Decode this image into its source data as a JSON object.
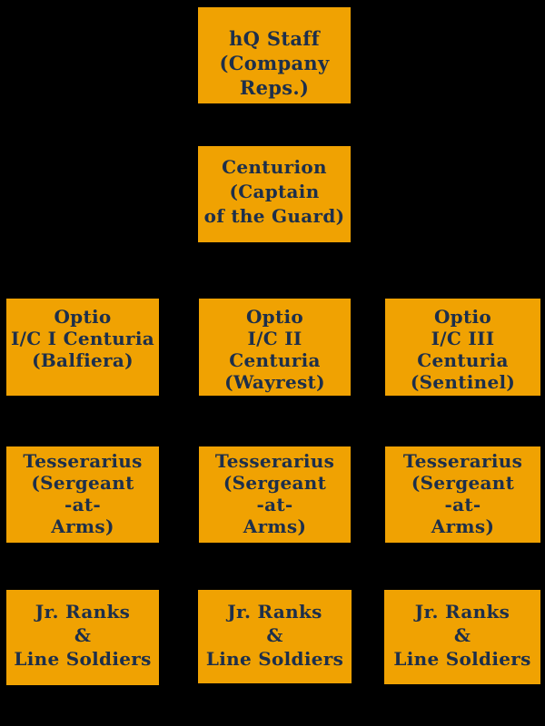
{
  "chart_type": "org-chart",
  "colors": {
    "background": "#000000",
    "box_bg": "#F0A202",
    "box_text": "#1D2F4B"
  },
  "nodes": [
    {
      "id": "hq-staff",
      "role": "hQ Staff",
      "lines": [
        "hQ Staff",
        "(Company Reps.)"
      ]
    },
    {
      "id": "centurion",
      "role": "Centurion",
      "lines": [
        "Centurion",
        "(Captain",
        "of the Guard)"
      ]
    },
    {
      "id": "optio-i-centuria",
      "role": "Optio",
      "lines": [
        "Optio",
        "I/C I Centuria",
        "(Balfiera)"
      ]
    },
    {
      "id": "optio-ii-centuria",
      "role": "Optio",
      "lines": [
        "Optio",
        "I/C II Centuria",
        "(Wayrest)"
      ]
    },
    {
      "id": "optio-iii-centuria",
      "role": "Optio",
      "lines": [
        "Optio",
        "I/C III Centuria",
        "(Sentinel)"
      ]
    },
    {
      "id": "tesserarius-1",
      "role": "Tesserarius",
      "lines": [
        "Tesserarius",
        "(Sergeant",
        "-at-",
        "Arms)"
      ]
    },
    {
      "id": "tesserarius-2",
      "role": "Tesserarius",
      "lines": [
        "Tesserarius",
        "(Sergeant",
        "-at-",
        "Arms)"
      ]
    },
    {
      "id": "tesserarius-3",
      "role": "Tesserarius",
      "lines": [
        "Tesserarius",
        "(Sergeant",
        "-at-",
        "Arms)"
      ]
    },
    {
      "id": "jr-ranks-1",
      "role": "Jr. Ranks",
      "lines": [
        "Jr. Ranks",
        "&",
        "Line Soldiers"
      ]
    },
    {
      "id": "jr-ranks-2",
      "role": "Jr. Ranks",
      "lines": [
        "Jr. Ranks",
        "&",
        "Line Soldiers"
      ]
    },
    {
      "id": "jr-ranks-3",
      "role": "Jr. Ranks",
      "lines": [
        "Jr. Ranks",
        "&",
        "Line Soldiers"
      ]
    }
  ]
}
